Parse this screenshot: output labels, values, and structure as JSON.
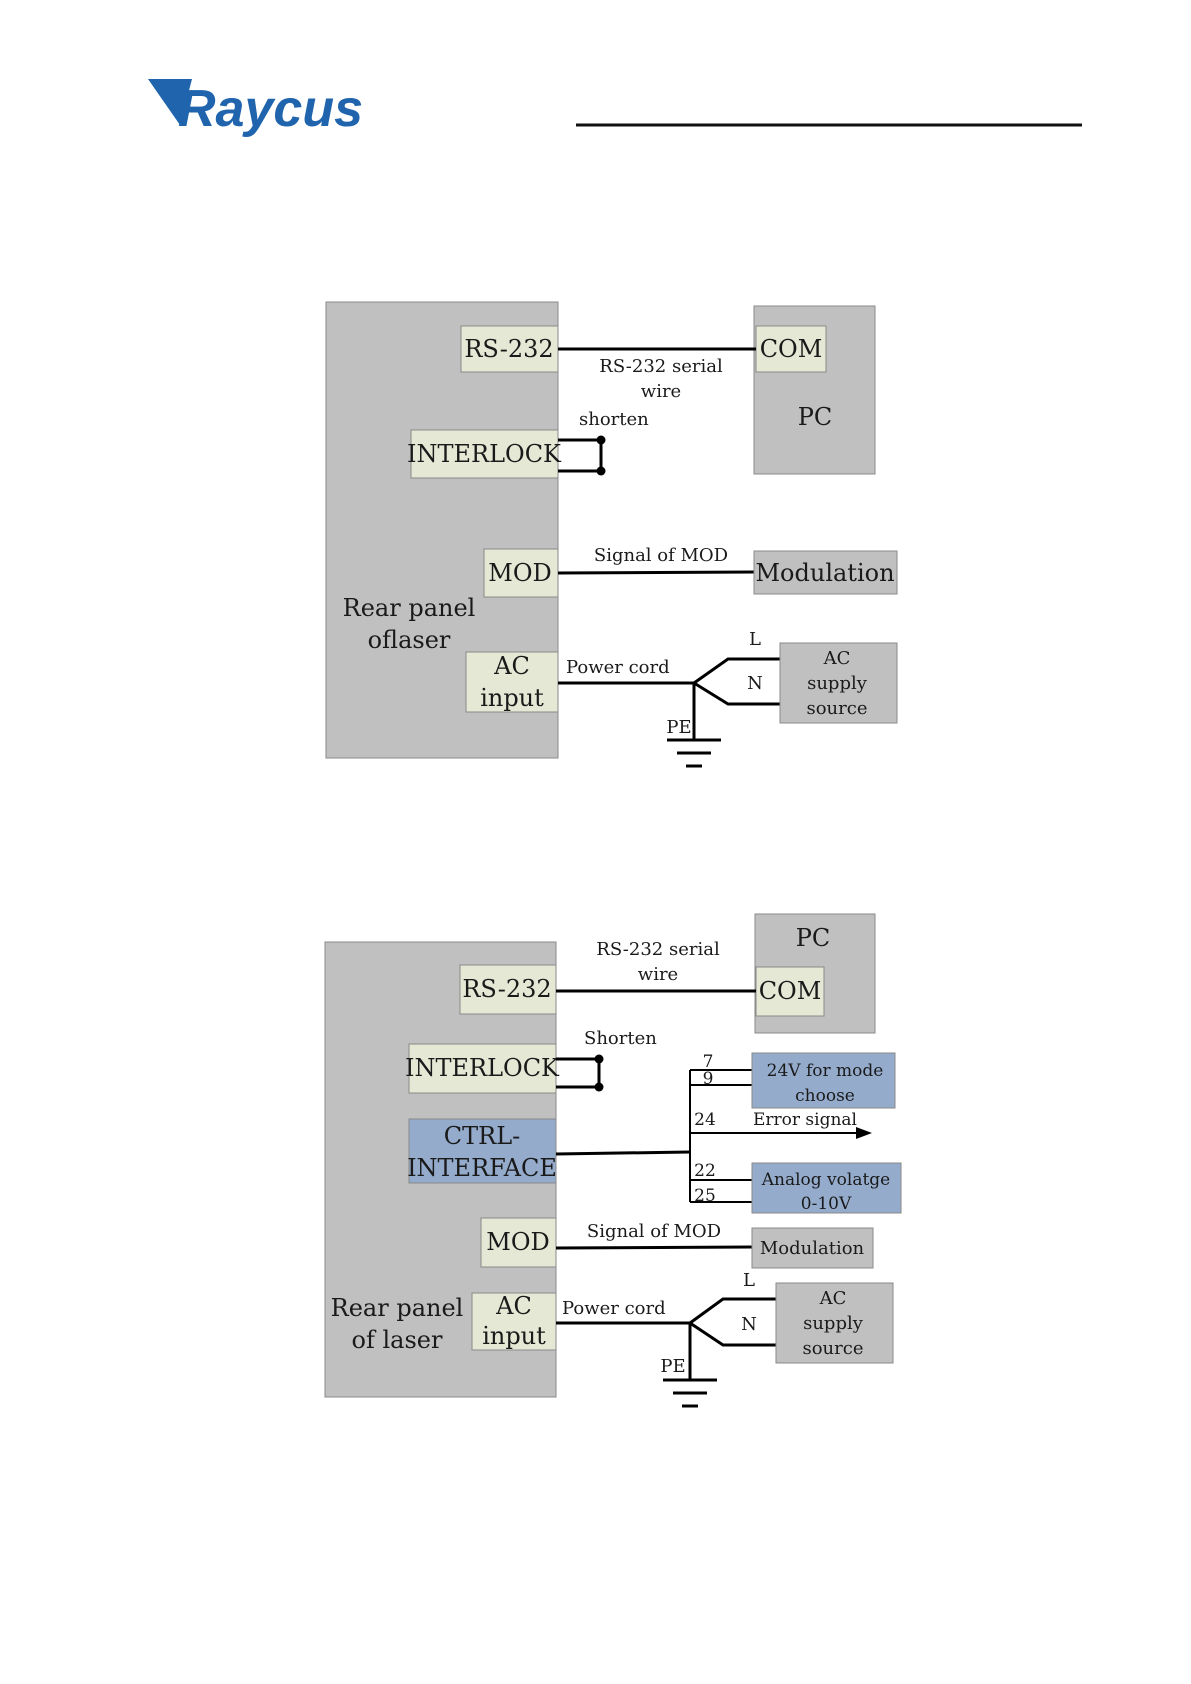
{
  "header": {
    "logo_text": "Raycus",
    "colors": {
      "logo": "#1f64ad",
      "rule": "#111111"
    }
  },
  "colors": {
    "panel": "#c0c0c0",
    "port": "#e4e8d4",
    "blue": "#94abcc",
    "wire": "#000000",
    "border": "#8a8a8a"
  },
  "diagram1": {
    "rs232": "RS-232",
    "serial_wire_line1": "RS-232 serial",
    "serial_wire_line2": "wire",
    "com": "COM",
    "pc": "PC",
    "shorten": "shorten",
    "interlock": "INTERLOCK",
    "mod": "MOD",
    "signal_of_mod": "Signal of MOD",
    "modulation": "Modulation",
    "rear_panel_line1": "Rear panel",
    "rear_panel_line2": "oflaser",
    "ac_line1": "AC",
    "ac_line2": "input",
    "power_cord": "Power cord",
    "l": "L",
    "n": "N",
    "pe": "PE",
    "ac_supply_line1": "AC",
    "ac_supply_line2": "supply",
    "ac_supply_line3": "source"
  },
  "diagram2": {
    "rs232": "RS-232",
    "serial_wire_line1": "RS-232 serial",
    "serial_wire_line2": "wire",
    "pc": "PC",
    "com": "COM",
    "shorten": "Shorten",
    "interlock": "INTERLOCK",
    "ctrl_line1": "CTRL-",
    "ctrl_line2": "INTERFACE",
    "pin7": "7",
    "pin9": "9",
    "mode_line1": "24V for mode",
    "mode_line2": "choose",
    "pin24": "24",
    "error_signal": "Error signal",
    "pin22": "22",
    "pin25": "25",
    "analog_line1": "Analog volatge",
    "analog_line2": "0-10V",
    "mod": "MOD",
    "signal_of_mod": "Signal of MOD",
    "modulation": "Modulation",
    "rear_panel_line1": "Rear panel",
    "rear_panel_line2": "of laser",
    "ac_line1": "AC",
    "ac_line2": "input",
    "power_cord": "Power cord",
    "l": "L",
    "n": "N",
    "pe": "PE",
    "ac_supply_line1": "AC",
    "ac_supply_line2": "supply",
    "ac_supply_line3": "source"
  }
}
